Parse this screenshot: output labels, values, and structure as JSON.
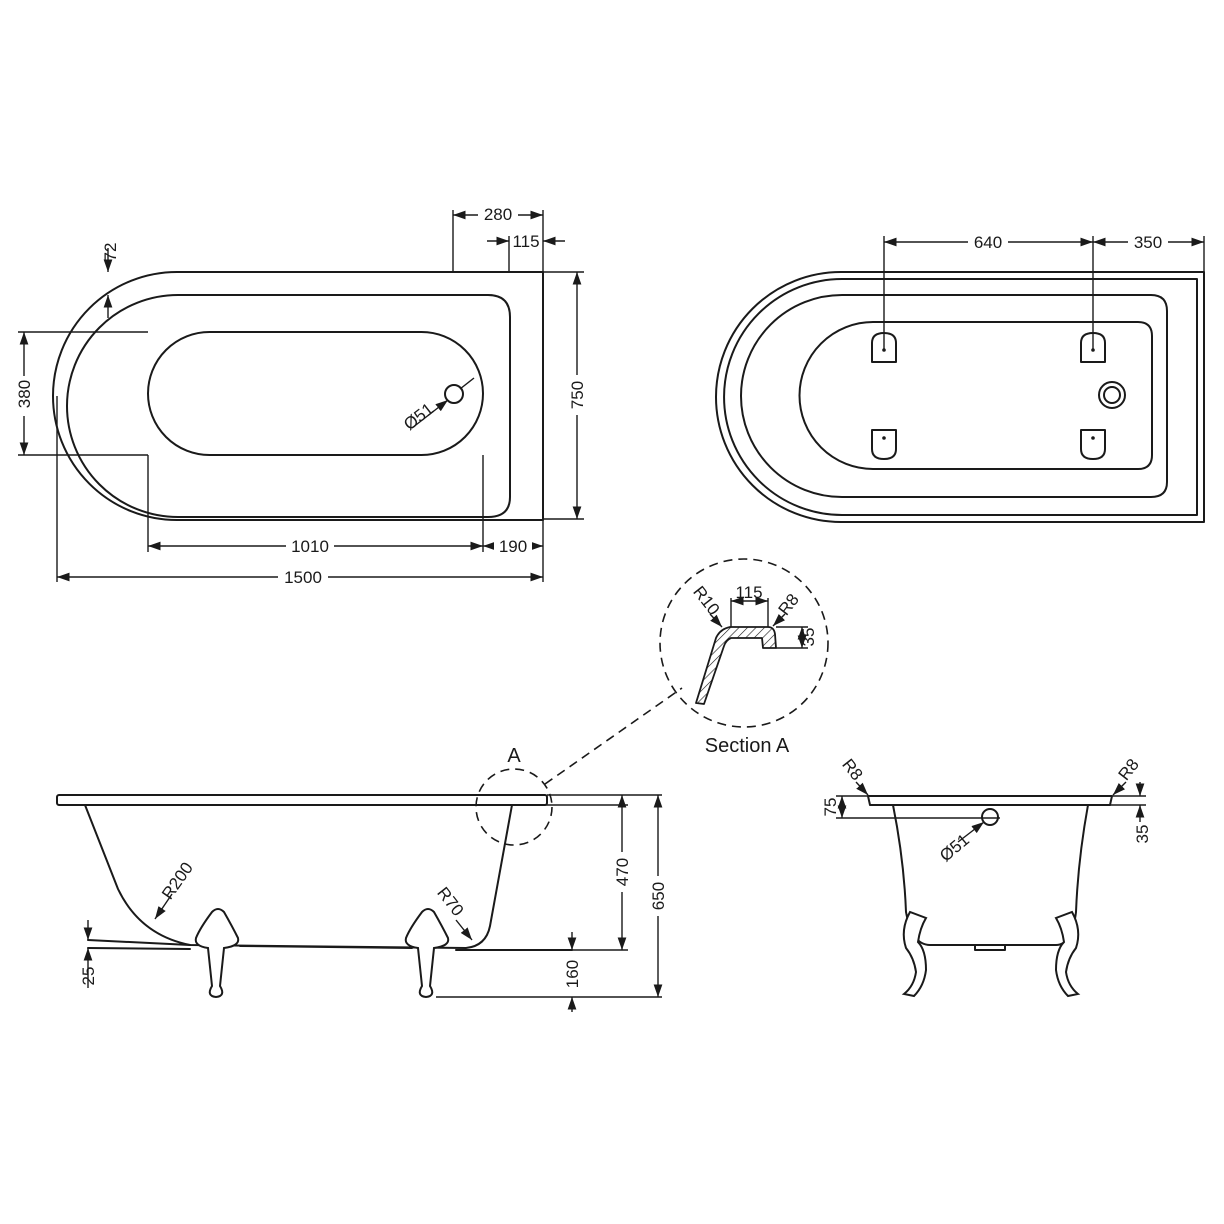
{
  "dimensions": {
    "d280": "280",
    "d115_top": "115",
    "d72": "72",
    "d380": "380",
    "d750": "750",
    "d51_plan": "Ø51",
    "d1010": "1010",
    "d190": "190",
    "d1500": "1500",
    "d640": "640",
    "d350": "350",
    "d_r10": "R10",
    "d115_section": "115",
    "d_r8_section": "R8",
    "d35_section": "35",
    "d_r200": "R200",
    "d_r70": "R70",
    "d470": "470",
    "d650": "650",
    "d25": "25",
    "d160": "160",
    "d_r8_end_left": "R8",
    "d_r8_end_right": "R8",
    "d75": "75",
    "d51_end": "Ø51",
    "d35_end": "35"
  },
  "labels": {
    "section_marker": "A",
    "section_title": "Section A"
  },
  "colors": {
    "line": "#1a1a1a",
    "background": "#ffffff"
  }
}
